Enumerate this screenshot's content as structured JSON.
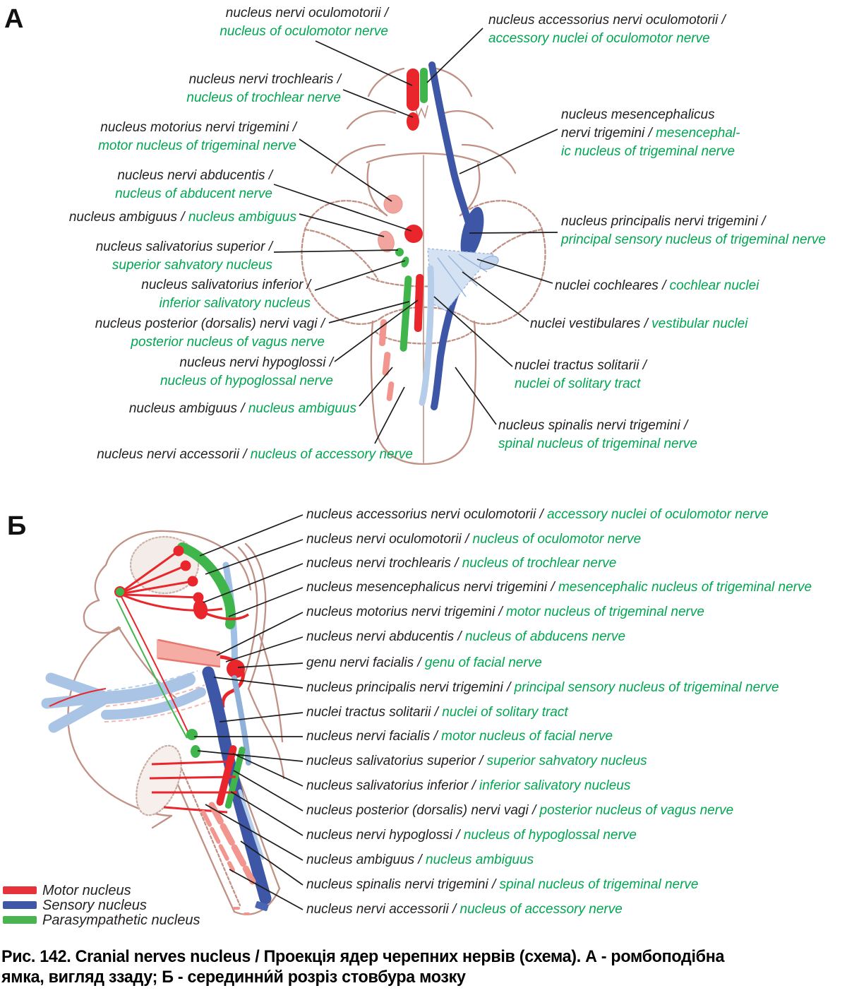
{
  "panel_a": {
    "letter": "А",
    "labels": {
      "oculomotor": {
        "la": "nucleus nervi oculomotorii /",
        "en": "nucleus of oculomotor nerve"
      },
      "accessory_oculomotor": {
        "la": "nucleus accessorius nervi oculomotorii /",
        "en": "accessory nuclei of oculomotor nerve"
      },
      "trochlear": {
        "la": "nucleus nervi trochlearis /",
        "en": "nucleus of trochlear nerve"
      },
      "mesencephalic": {
        "l1": "nucleus mesencephalicus",
        "l2a": "nervi trigemini / ",
        "l2b": "mesencephal-",
        "l3": "ic nucleus of trigeminal nerve"
      },
      "motor_trigeminal": {
        "la": "nucleus motorius nervi trigemini /",
        "en": "motor nucleus of trigeminal nerve"
      },
      "abducens": {
        "la": "nucleus nervi abducentis /",
        "en": "nucleus of abducent nerve"
      },
      "ambiguus_upper": {
        "la": "nucleus ambiguus / ",
        "en": "nucleus ambiguus"
      },
      "principal_sensory": {
        "la": "nucleus principalis nervi trigemini /",
        "en": "principal sensory nucleus of trigeminal nerve"
      },
      "salivatory_superior": {
        "la": "nucleus salivatorius superior /",
        "en": "superior sahvatory nucleus"
      },
      "cochlear": {
        "la": "nuclei cochleares / ",
        "en": "cochlear nuclei"
      },
      "salivatory_inferior": {
        "la": "nucleus salivatorius inferior /",
        "en": "inferior salivatory nucleus"
      },
      "vestibular": {
        "la": "nuclei vestibulares / ",
        "en": "vestibular nuclei"
      },
      "vagus_posterior": {
        "la": "nucleus posterior (dorsalis) nervi vagi /",
        "en": "posterior nucleus of vagus nerve"
      },
      "hypoglossal": {
        "la": "nucleus nervi hypoglossi /",
        "en": "nucleus of hypoglossal nerve"
      },
      "solitary": {
        "la": "nuclei tractus solitarii /",
        "en": "nuclei of solitary tract"
      },
      "ambiguus_lower": {
        "la": "nucleus ambiguus / ",
        "en": "nucleus ambiguus"
      },
      "spinal_trigeminal": {
        "la": "nucleus spinalis nervi trigemini /",
        "en": "spinal nucleus of trigeminal nerve"
      },
      "accessory": {
        "la": "nucleus nervi accessorii / ",
        "en": "nucleus of accessory nerve"
      }
    }
  },
  "panel_b": {
    "letter": "Б",
    "labels": [
      {
        "la": "nucleus accessorius nervi oculomotorii / ",
        "en": "accessory nuclei of oculomotor nerve"
      },
      {
        "la": "nucleus nervi oculomotorii / ",
        "en": "nucleus of oculomotor nerve"
      },
      {
        "la": "nucleus nervi trochlearis / ",
        "en": "nucleus of trochlear nerve"
      },
      {
        "la": "nucleus mesencephalicus nervi trigemini / ",
        "en": "mesencephalic nucleus of trigeminal nerve"
      },
      {
        "la": "nucleus motorius nervi trigemini / ",
        "en": "motor nucleus of trigeminal nerve"
      },
      {
        "la": "nucleus nervi abducentis / ",
        "en": "nucleus of abducens nerve"
      },
      {
        "la": "genu nervi facialis / ",
        "en": "genu of facial nerve"
      },
      {
        "la": "nucleus principalis nervi trigemini / ",
        "en": "principal sensory nucleus of trigeminal nerve"
      },
      {
        "la": "nuclei tractus solitarii / ",
        "en": "nuclei of solitary tract"
      },
      {
        "la": "nucleus nervi facialis / ",
        "en": "motor nucleus of facial nerve"
      },
      {
        "la": "nucleus salivatorius superior / ",
        "en": "superior sahvatory nucleus"
      },
      {
        "la": "nucleus salivatorius inferior / ",
        "en": "inferior salivatory nucleus"
      },
      {
        "la": "nucleus posterior (dorsalis) nervi vagi / ",
        "en": "posterior nucleus of vagus nerve"
      },
      {
        "la": "nucleus nervi hypoglossi / ",
        "en": "nucleus of hypoglossal nerve"
      },
      {
        "la": "nucleus ambiguus / ",
        "en": "nucleus ambiguus"
      },
      {
        "la": "nucleus spinalis nervi trigemini / ",
        "en": "spinal nucleus of trigeminal nerve"
      },
      {
        "la": "nucleus nervi accessorii / ",
        "en": "nucleus of accessory nerve"
      }
    ]
  },
  "legend": {
    "items": [
      {
        "label": "Motor nucleus",
        "color": "#e8323b"
      },
      {
        "label": "Sensory nucleus",
        "color": "#3f57a7"
      },
      {
        "label": "Parasympathetic nucleus",
        "color": "#4bb34f"
      }
    ]
  },
  "caption": {
    "line1": "Рис. 142. Cranial nerves nucleus / Проекція ядер черепних нервів (схема). А - ромбоподібна",
    "line2": "ямка, вигляд ззаду; Б - серединни́й розріз стовбура мозку"
  },
  "colors": {
    "motor_red": "#e8262b",
    "sensory_blue": "#3d56a6",
    "parasympathetic_green": "#3fb54b",
    "label_green": "#00a651",
    "label_black": "#231f20",
    "outline_brown": "#c09184"
  }
}
